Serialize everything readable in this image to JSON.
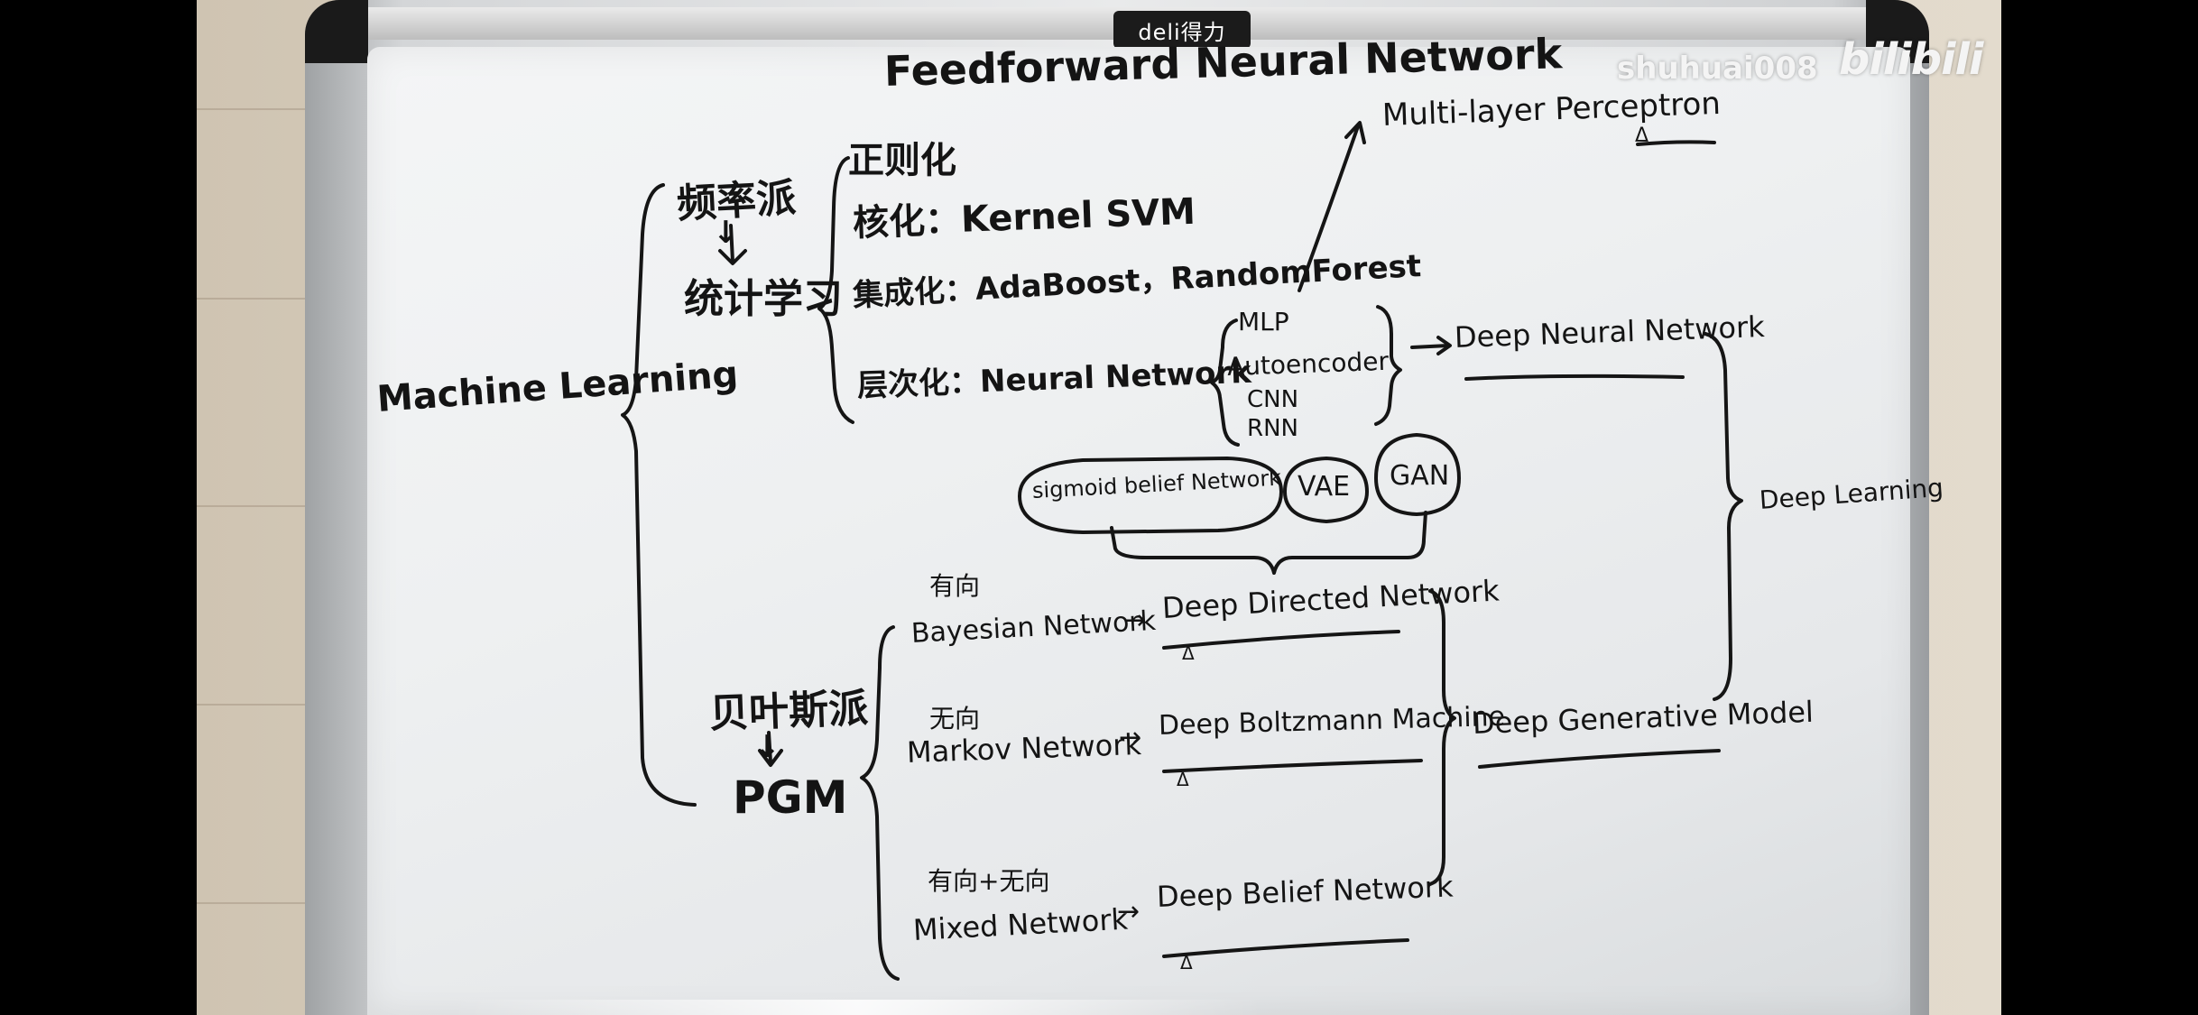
{
  "whiteboard": {
    "brand": "deli得力",
    "title": "Feedforward Neural Network",
    "mlp_full": "Multi-layer Perceptron",
    "root": "Machine Learning",
    "freq_school": "频率派",
    "stat_learning": "统计学习",
    "methods": {
      "regularization": "正则化",
      "kernel": "核化：Kernel SVM",
      "ensemble": "集成化：AdaBoost，RandomForest",
      "layered": "层次化：Neural Network"
    },
    "nn_types": [
      "MLP",
      "Autoencoder",
      "CNN",
      "RNN"
    ],
    "dnn": "Deep Neural Network",
    "generative": {
      "sbn": "sigmoid belief Network",
      "vae": "VAE",
      "gan": "GAN"
    },
    "deep_learning": "Deep Learning",
    "bayes_school": "贝叶斯派",
    "pgm": "PGM",
    "graph_models": [
      {
        "tag": "有向",
        "model": "Bayesian Network",
        "deep": "Deep Directed Network"
      },
      {
        "tag": "无向",
        "model": "Markov Network",
        "deep": "Deep Boltzmann Machine"
      },
      {
        "tag": "有向+无向",
        "model": "Mixed Network",
        "deep": "Deep Belief Network"
      }
    ],
    "dgm": "Deep Generative Model",
    "arrow_symbol": "→",
    "down_arrow": "↓",
    "delta": "Δ"
  },
  "overlay": {
    "uploader": "shuhuai008",
    "platform_logo": "bilibili"
  }
}
